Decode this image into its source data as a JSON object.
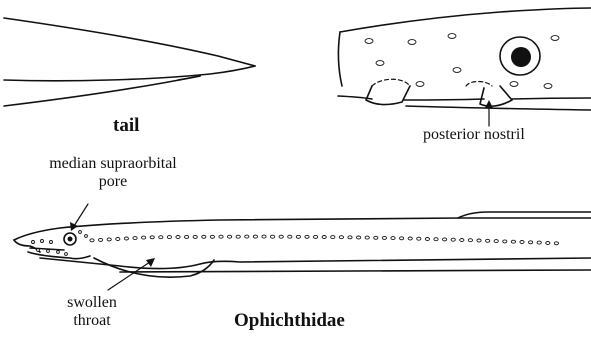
{
  "labels": {
    "tail": "tail",
    "posterior_nostril": "posterior nostril",
    "median_supraorbital_pore_line1": "median supraorbital",
    "median_supraorbital_pore_line2": "pore",
    "swollen_throat_line1": "swollen",
    "swollen_throat_line2": "throat",
    "family": "Ophichthidae"
  },
  "colors": {
    "ink": "#111111",
    "background": "#ffffff"
  }
}
